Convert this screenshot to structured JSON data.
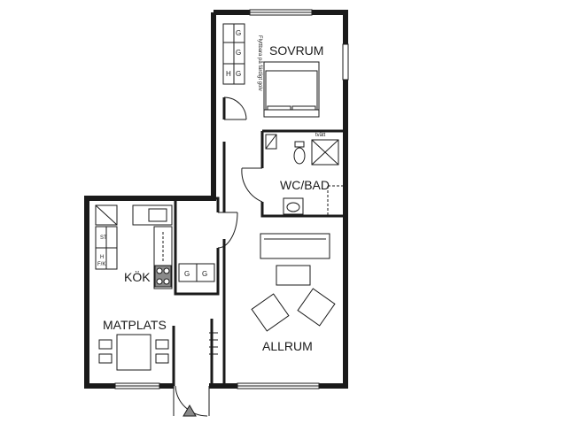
{
  "rooms": {
    "sovrum": "SOVRUM",
    "wc_bad": "WC/BAD",
    "kok": "KÖK",
    "matplats": "MATPLATS",
    "allrum": "ALLRUM"
  },
  "note": "Flyttbara på färdigt golv",
  "wardrobe_marks": {
    "g": "G",
    "h": "H",
    "st": "ST",
    "fr": "F/K"
  },
  "small_labels": {
    "bathroom_appliance": "tvätt"
  }
}
